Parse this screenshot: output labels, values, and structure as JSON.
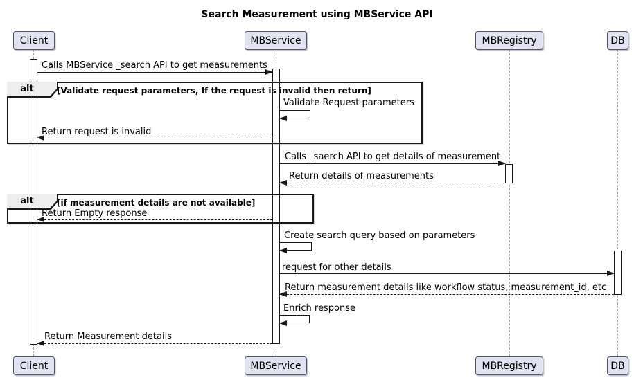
{
  "title": "Search Measurement using MBService API",
  "participants": {
    "client": "Client",
    "mbservice": "MBService",
    "mbregistry": "MBRegistry",
    "db": "DB"
  },
  "fragments": [
    {
      "operator": "alt",
      "condition": "[Validate request parameters, If the request is invalid then return]"
    },
    {
      "operator": "alt",
      "condition": "[if measurement details are not available]"
    }
  ],
  "messages": [
    {
      "label": "Calls MBService _search API to get measurements",
      "from": "Client",
      "to": "MBService",
      "kind": "solid"
    },
    {
      "label": "Validate Request parameters",
      "from": "MBService",
      "to": "MBService",
      "kind": "self"
    },
    {
      "label": "Return request is invalid",
      "from": "MBService",
      "to": "Client",
      "kind": "dashed"
    },
    {
      "label": "Calls _saerch API to get details of measurement",
      "from": "MBService",
      "to": "MBRegistry",
      "kind": "solid"
    },
    {
      "label": "Return details of measurements",
      "from": "MBRegistry",
      "to": "MBService",
      "kind": "dashed"
    },
    {
      "label": "Return Empty response",
      "from": "MBService",
      "to": "Client",
      "kind": "dashed"
    },
    {
      "label": "Create search query based on parameters",
      "from": "MBService",
      "to": "MBService",
      "kind": "self"
    },
    {
      "label": "request for other details",
      "from": "MBService",
      "to": "DB",
      "kind": "solid"
    },
    {
      "label": "Return measurement details like workflow status, measurement_id, etc",
      "from": "DB",
      "to": "MBService",
      "kind": "dashed"
    },
    {
      "label": "Enrich response",
      "from": "MBService",
      "to": "MBService",
      "kind": "self"
    },
    {
      "label": "Return Measurement details",
      "from": "MBService",
      "to": "Client",
      "kind": "dashed"
    }
  ],
  "colors": {
    "background": "#FFFFFF",
    "participant_fill": "#E2E2F0",
    "participant_border": "#53536B",
    "fragment_header_fill": "#EEEEEE",
    "line": "#181818",
    "lifeline": "#A8A8A8"
  }
}
